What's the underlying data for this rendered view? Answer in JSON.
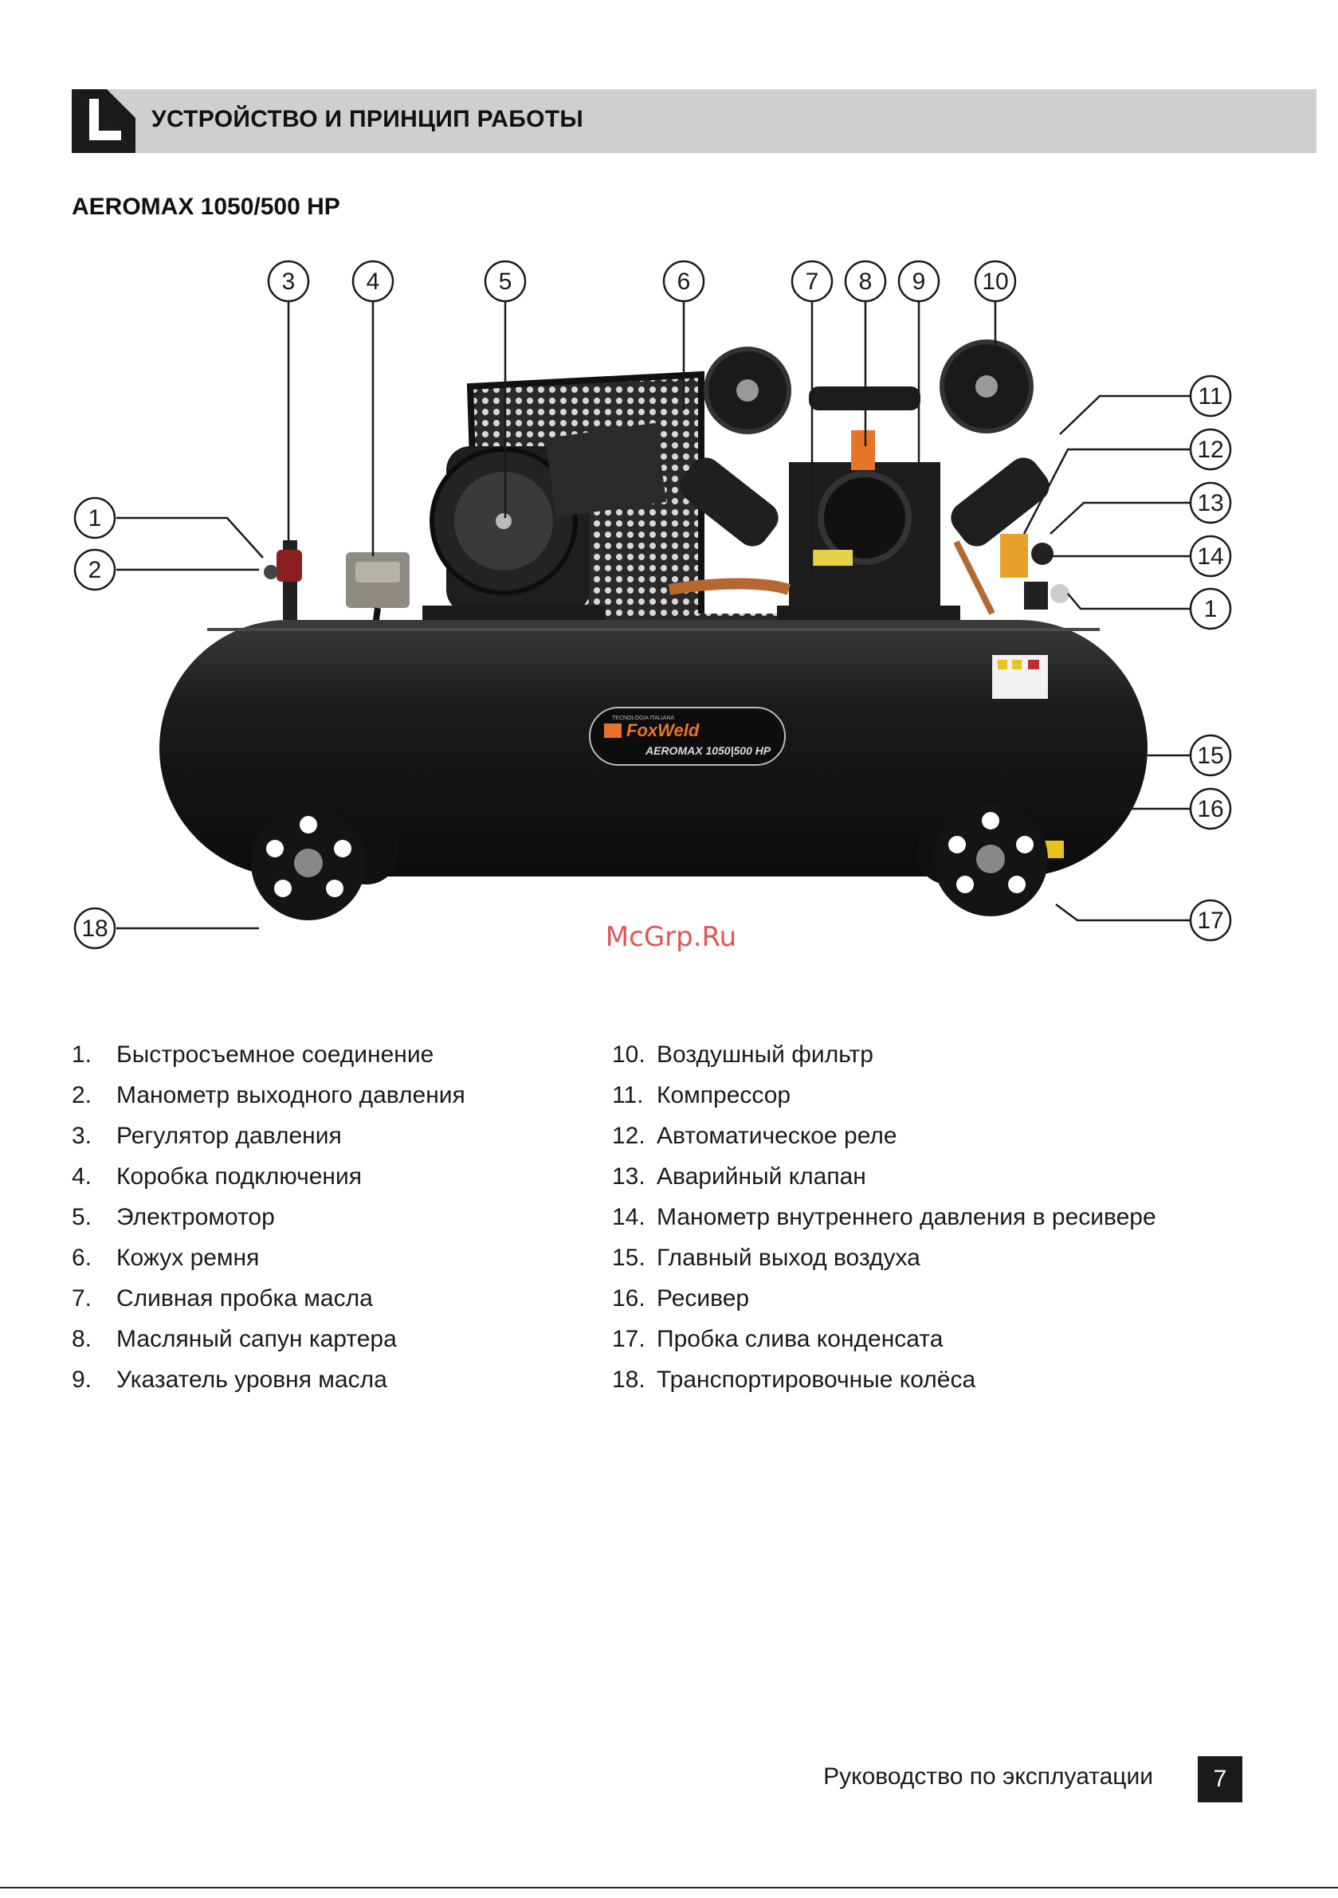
{
  "header": {
    "title": "УСТРОЙСТВО И ПРИНЦИП РАБОТЫ"
  },
  "model": {
    "title": "AEROMAX 1050/500 HP"
  },
  "figure": {
    "brand_tagline": "TECNOLOGIA ITALIANA",
    "brand_logo": "FoxWeld",
    "brand_model": "AEROMAX 1050|500 HP",
    "watermark": "McGrp.Ru",
    "callouts": [
      "1",
      "2",
      "3",
      "4",
      "5",
      "6",
      "7",
      "8",
      "9",
      "10",
      "11",
      "12",
      "13",
      "14",
      "1",
      "15",
      "16",
      "17",
      "18"
    ]
  },
  "legend": {
    "left": [
      {
        "num": "1.",
        "text": "Быстросъемное соединение"
      },
      {
        "num": "2.",
        "text": "Манометр выходного давления"
      },
      {
        "num": "3.",
        "text": "Регулятор давления"
      },
      {
        "num": "4.",
        "text": "Коробка подключения"
      },
      {
        "num": "5.",
        "text": "Электромотор"
      },
      {
        "num": "6.",
        "text": "Кожух ремня"
      },
      {
        "num": "7.",
        "text": "Сливная пробка масла"
      },
      {
        "num": "8.",
        "text": "Масляный сапун картера"
      },
      {
        "num": "9.",
        "text": "Указатель уровня масла"
      }
    ],
    "right": [
      {
        "num": "10.",
        "text": "Воздушный фильтр"
      },
      {
        "num": "11.",
        "text": "Компрессор"
      },
      {
        "num": "12.",
        "text": "Автоматическое реле"
      },
      {
        "num": "13.",
        "text": "Аварийный клапан"
      },
      {
        "num": "14.",
        "text": "Манометр внутреннего давления в ресивере"
      },
      {
        "num": "15.",
        "text": "Главный выход воздуха"
      },
      {
        "num": "16.",
        "text": "Ресивер"
      },
      {
        "num": "17.",
        "text": "Пробка слива конденсата"
      },
      {
        "num": "18.",
        "text": "Транспортировочные колёса"
      }
    ]
  },
  "footer": {
    "text": "Руководство по эксплуатации",
    "page": "7"
  },
  "colors": {
    "header_band": "#cfcfcf",
    "tank": "#1c1c1c",
    "accent_orange": "#e8742a",
    "text": "#1a1a1a"
  }
}
